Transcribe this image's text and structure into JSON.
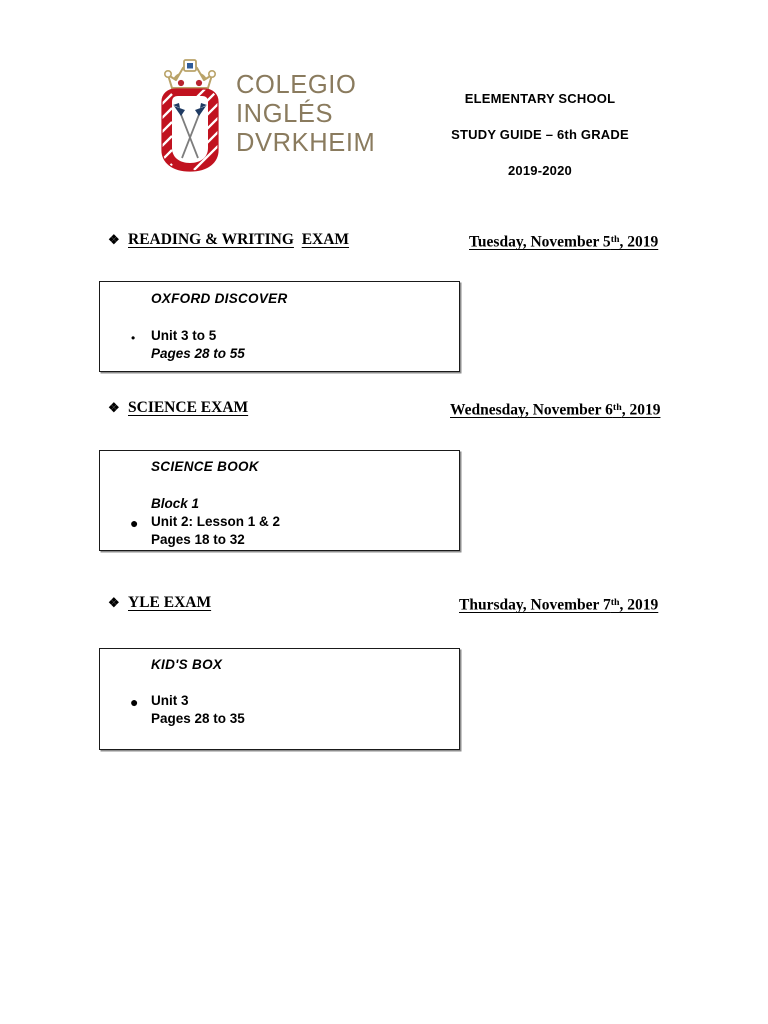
{
  "document": {
    "type": "study-guide",
    "page_background": "#ffffff"
  },
  "header": {
    "logo": {
      "icon_name": "school-crest-logo",
      "colors": {
        "shield_red": "#c1121f",
        "crown_gold": "#b9a369",
        "sword_navy": "#1f3b63",
        "gem_blue": "#2e5c9a",
        "gem_red": "#b8232f",
        "wordmark": "#8a7b5e"
      },
      "wordmark_lines": [
        "COLEGIO",
        "INGLÉS",
        "DVRKHEIM"
      ]
    },
    "title_lines": [
      "ELEMENTARY SCHOOL",
      "STUDY GUIDE – 6th GRADE",
      "2019-2020"
    ]
  },
  "sections": [
    {
      "bullet_glyph": "❖",
      "title_segments": [
        "READING & WRITING",
        "EXAM"
      ],
      "date": {
        "prefix": "Tuesday, November 5",
        "ordinal": "th",
        "suffix": ", 2019"
      },
      "box": {
        "book_title": "OXFORD DISCOVER",
        "pre_line": "",
        "bullet_glyph": "•",
        "bullet_size": "small",
        "lines": [
          {
            "text": "Unit 3 to 5",
            "style": "upright"
          },
          {
            "text": "Pages 28 to 55",
            "style": "italic"
          }
        ]
      }
    },
    {
      "bullet_glyph": "❖",
      "title_segments": [
        "SCIENCE EXAM"
      ],
      "date": {
        "prefix": "Wednesday, November 6",
        "ordinal": "th",
        "suffix": ", 2019"
      },
      "box": {
        "book_title": "SCIENCE BOOK",
        "pre_line": "Block 1",
        "bullet_glyph": "●",
        "bullet_size": "large",
        "lines": [
          {
            "text": "Unit 2: Lesson 1 & 2",
            "style": "upright"
          },
          {
            "text": "Pages 18 to 32",
            "style": "upright"
          }
        ]
      }
    },
    {
      "bullet_glyph": "❖",
      "title_segments": [
        "YLE  EXAM"
      ],
      "date": {
        "prefix": "Thursday, November 7",
        "ordinal": "th",
        "suffix": ", 2019"
      },
      "box": {
        "book_title": "KID'S BOX",
        "pre_line": "",
        "bullet_glyph": "●",
        "bullet_size": "large",
        "lines": [
          {
            "text": "Unit  3",
            "style": "upright"
          },
          {
            "text": "Pages 28 to 35",
            "style": "upright"
          }
        ]
      }
    }
  ]
}
